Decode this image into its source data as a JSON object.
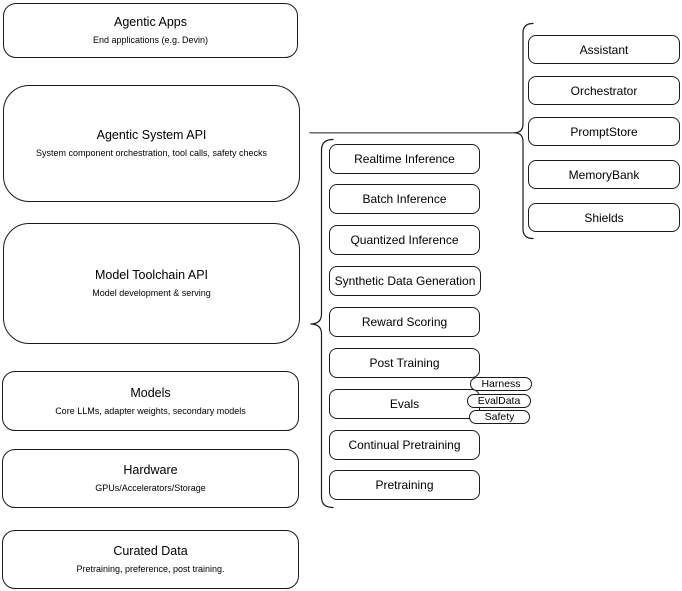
{
  "diagram": {
    "left_stack": [
      {
        "title": "Agentic Apps",
        "subtitle": "End applications (e.g. Devin)"
      },
      {
        "title": "Agentic System API",
        "subtitle": "System component orchestration, tool calls, safety checks"
      },
      {
        "title": "Model Toolchain API",
        "subtitle": "Model development & serving"
      },
      {
        "title": "Models",
        "subtitle": "Core LLMs, adapter weights, secondary models"
      },
      {
        "title": "Hardware",
        "subtitle": "GPUs/Accelerators/Storage"
      },
      {
        "title": "Curated Data",
        "subtitle": "Pretraining, preference, post training."
      }
    ],
    "toolchain_items": [
      "Realtime Inference",
      "Batch Inference",
      "Quantized Inference",
      "Synthetic Data Generation",
      "Reward Scoring",
      "Post Training",
      "Evals",
      "Continual Pretraining",
      "Pretraining"
    ],
    "evals_tags": [
      "Harness",
      "EvalData",
      "Safety"
    ],
    "system_items": [
      "Assistant",
      "Orchestrator",
      "PromptStore",
      "MemoryBank",
      "Shields"
    ],
    "colors": {
      "stroke": "#000000",
      "fill": "#ffffff",
      "connector": "#595959"
    }
  }
}
